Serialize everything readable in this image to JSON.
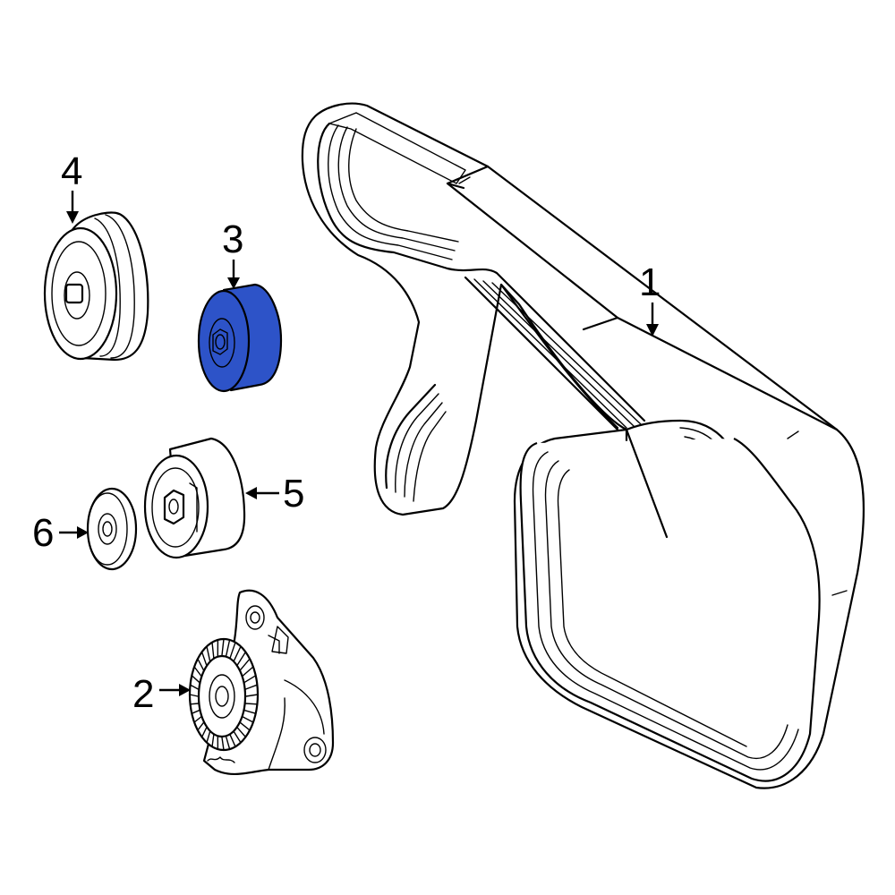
{
  "diagram": {
    "highlight_color": "#2d53c8",
    "parts": [
      {
        "number": "1",
        "part": "belt"
      },
      {
        "number": "2",
        "part": "tensioner"
      },
      {
        "number": "3",
        "part": "idler-pulley"
      },
      {
        "number": "4",
        "part": "pulley"
      },
      {
        "number": "5",
        "part": "idler-pulley"
      },
      {
        "number": "6",
        "part": "cover"
      }
    ]
  }
}
